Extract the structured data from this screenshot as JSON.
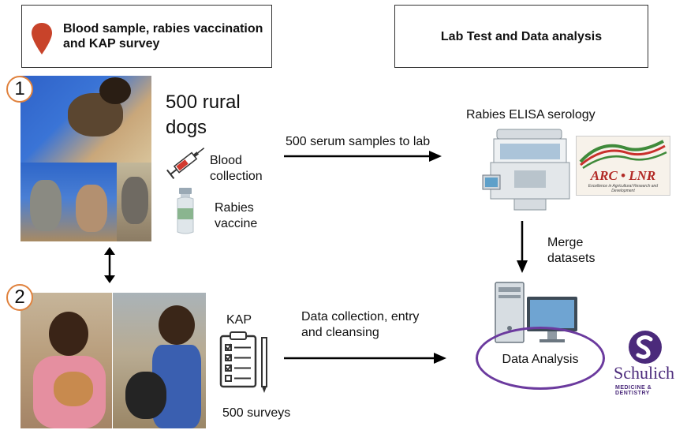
{
  "left_header": {
    "title": "Blood sample, rabies vaccination and KAP survey"
  },
  "right_header": {
    "title": "Lab Test and Data analysis"
  },
  "step1": {
    "number": "1",
    "dogs_label": "500 rural dogs",
    "blood_label": "Blood collection",
    "vaccine_label": "Rabies vaccine"
  },
  "step2": {
    "number": "2",
    "kap_label": "KAP",
    "surveys_label": "500 surveys"
  },
  "arrows": {
    "serum_label": "500 serum samples to lab",
    "data_collection_label": "Data collection, entry and cleansing",
    "merge_label": "Merge datasets"
  },
  "lab": {
    "serology_label": "Rabies ELISA serology",
    "arc_logo_text": "ARC • LNR",
    "arc_logo_subtext": "Excellence in Agricultural Research and Development"
  },
  "analysis": {
    "label": "Data Analysis"
  },
  "schulich": {
    "name": "Schulich",
    "subtitle": "MEDICINE & DENTISTRY"
  },
  "colors": {
    "pin": "#c8432a",
    "circle_border": "#e0823e",
    "ellipse": "#6b3a9e",
    "schulich": "#4b2a7b"
  }
}
